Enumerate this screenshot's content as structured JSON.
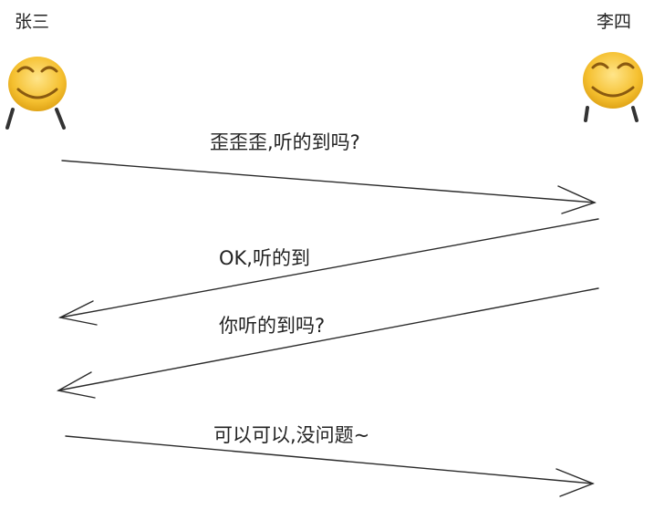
{
  "participants": {
    "left": {
      "name": "张三",
      "icon": "smiley-face-icon"
    },
    "right": {
      "name": "李四",
      "icon": "smiley-face-icon"
    }
  },
  "messages": [
    {
      "text": "歪歪歪,听的到吗?",
      "direction": "left-to-right"
    },
    {
      "text": "OK,听的到",
      "direction": "right-to-left"
    },
    {
      "text": "你听的到吗?",
      "direction": "right-to-left"
    },
    {
      "text": "可以可以,没问题~",
      "direction": "left-to-right"
    }
  ],
  "colors": {
    "line": "#2a2a2a",
    "face": "#f7c53a",
    "background": "#ffffff"
  }
}
